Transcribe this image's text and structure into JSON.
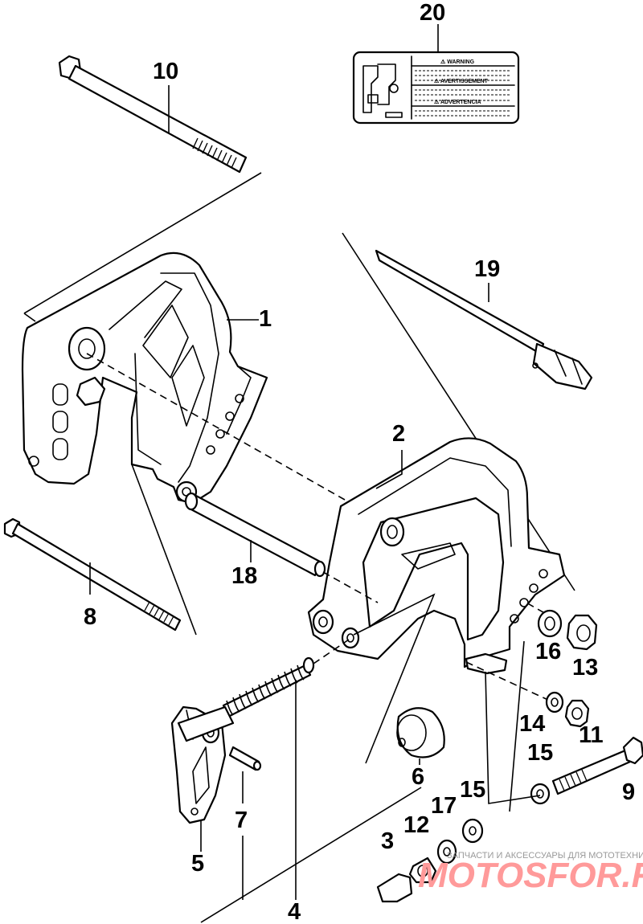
{
  "part_numbers": {
    "p1": "1",
    "p2": "2",
    "p3": "3",
    "p4": "4",
    "p5": "5",
    "p6": "6",
    "p7": "7",
    "p8": "8",
    "p9": "9",
    "p10": "10",
    "p11": "11",
    "p12": "12",
    "p13": "13",
    "p14": "14",
    "p15a": "15",
    "p15b": "15",
    "p16": "16",
    "p17": "17",
    "p18": "18",
    "p19": "19",
    "p20": "20"
  },
  "decal": {
    "warning": "⚠ WARNING",
    "avertissement": "⚠ AVERTISSEMENT",
    "advertencia": "⚠ ADVERTENCIA"
  },
  "watermark": {
    "tagline": "ЗАПЧАСТИ И АКСЕССУАРЫ ДЛЯ МОТОТЕХНИКИ",
    "site": "MOTOSFOR.RU"
  }
}
